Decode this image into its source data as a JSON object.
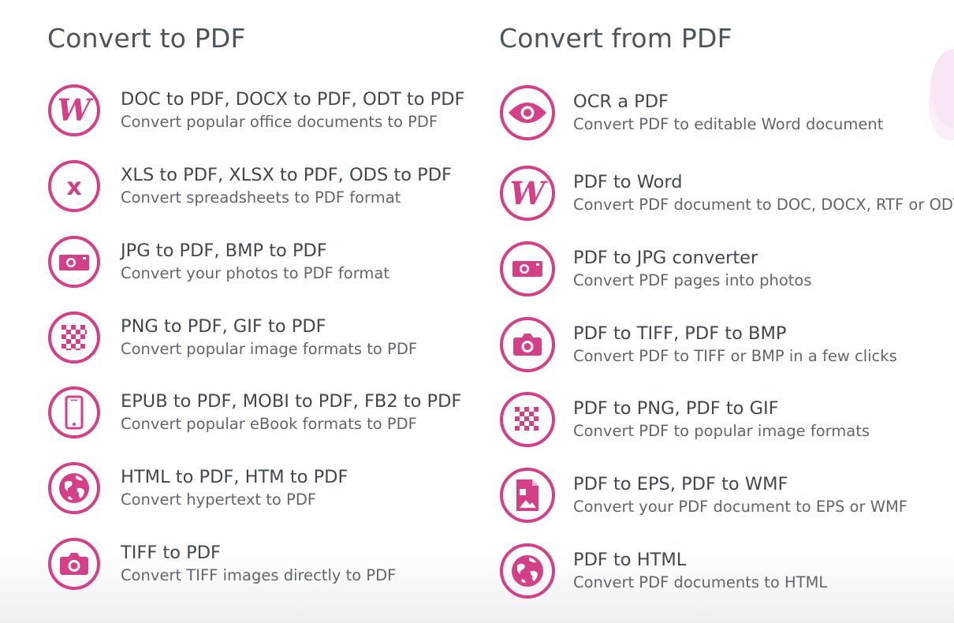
{
  "colors": {
    "accent": "#d43f87",
    "title": "#3e4752",
    "desc": "#5e6770"
  },
  "to_pdf": {
    "heading": "Convert to PDF",
    "items": [
      {
        "icon": "word-icon",
        "title": "DOC to PDF, DOCX to PDF, ODT to PDF",
        "desc": "Convert popular office documents to PDF"
      },
      {
        "icon": "excel-icon",
        "title": "XLS to PDF, XLSX to PDF, ODS to PDF",
        "desc": "Convert spreadsheets to PDF format"
      },
      {
        "icon": "photo-icon",
        "title": "JPG to PDF, BMP to PDF",
        "desc": "Convert your photos to PDF format"
      },
      {
        "icon": "checker-icon",
        "title": "PNG to PDF, GIF to PDF",
        "desc": "Convert popular image formats to PDF"
      },
      {
        "icon": "phone-icon",
        "title": "EPUB to PDF, MOBI to PDF, FB2 to PDF",
        "desc": "Convert popular eBook formats to PDF"
      },
      {
        "icon": "globe-icon",
        "title": "HTML to PDF, HTM to PDF",
        "desc": "Convert hypertext to PDF"
      },
      {
        "icon": "camera-icon",
        "title": "TIFF to PDF",
        "desc": "Convert TIFF images directly to PDF"
      }
    ]
  },
  "from_pdf": {
    "heading": "Convert from PDF",
    "items": [
      {
        "icon": "eye-icon",
        "title": "OCR a PDF",
        "desc": "Convert PDF to editable Word document"
      },
      {
        "icon": "word-icon",
        "title": "PDF to Word",
        "desc": "Convert PDF document to DOC, DOCX, RTF or ODT"
      },
      {
        "icon": "photo-icon",
        "title": "PDF to JPG converter",
        "desc": "Convert PDF pages into photos"
      },
      {
        "icon": "camera-icon",
        "title": "PDF to TIFF, PDF to BMP",
        "desc": "Convert PDF to TIFF or BMP in a few clicks"
      },
      {
        "icon": "checker-icon",
        "title": "PDF to PNG, PDF to GIF",
        "desc": "Convert PDF to popular image formats"
      },
      {
        "icon": "image-file-icon",
        "title": "PDF to EPS, PDF to WMF",
        "desc": "Convert your PDF document to EPS or WMF"
      },
      {
        "icon": "globe-icon",
        "title": "PDF to HTML",
        "desc": "Convert PDF documents to HTML"
      }
    ]
  }
}
